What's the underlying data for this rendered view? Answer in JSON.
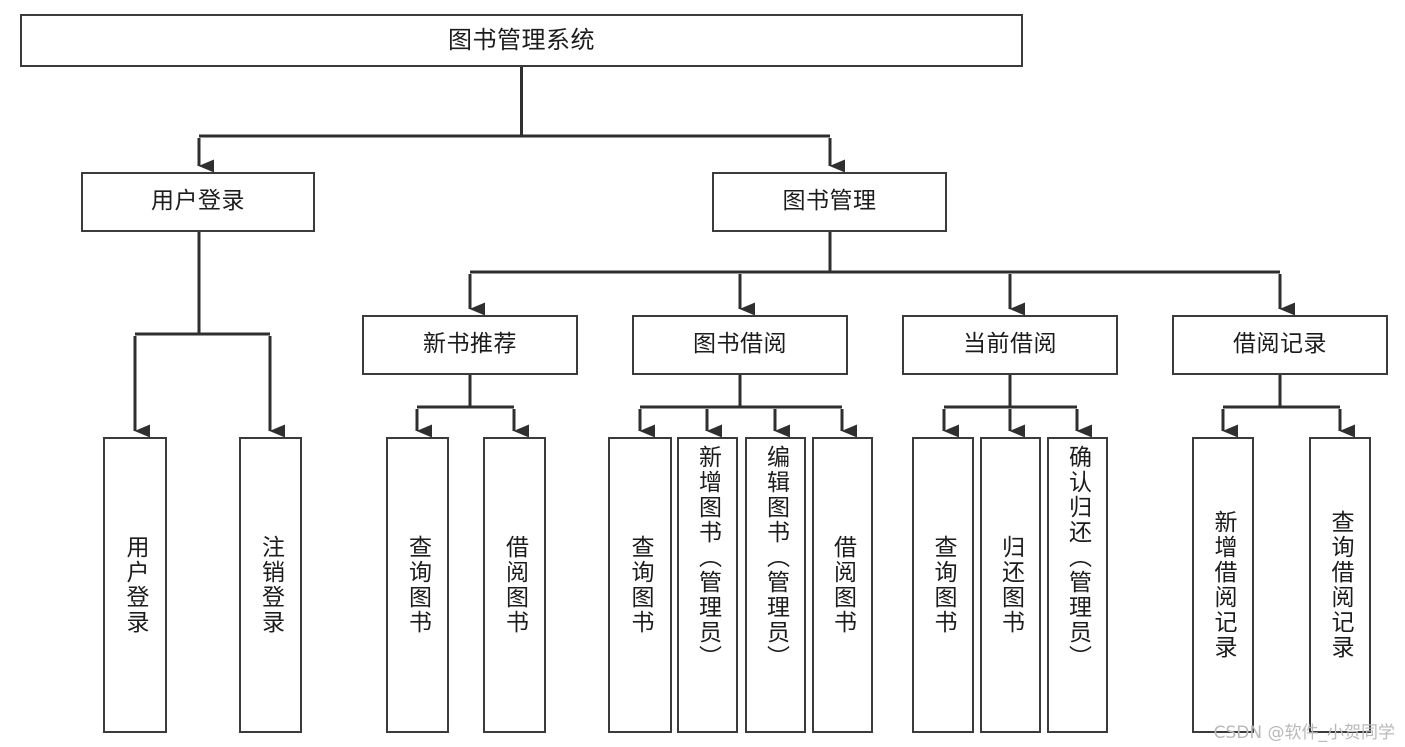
{
  "diagram": {
    "type": "tree",
    "title": "图书管理系统",
    "orientation": "top-down",
    "colors": {
      "box_border": "#3b3b3b",
      "box_fill": "#ffffff",
      "connector": "#2f2f2f",
      "text": "#1c1c1c",
      "background": "#ffffff",
      "watermark": "#b9b9b9"
    }
  },
  "nodes": {
    "root": {
      "label": "图书管理系统"
    },
    "level2": [
      {
        "id": "user-login",
        "label": "用户登录"
      },
      {
        "id": "book-manage",
        "label": "图书管理"
      }
    ],
    "level3": [
      {
        "id": "new-book-recommend",
        "label": "新书推荐"
      },
      {
        "id": "book-borrow",
        "label": "图书借阅"
      },
      {
        "id": "current-borrow",
        "label": "当前借阅"
      },
      {
        "id": "borrow-record",
        "label": "借阅记录"
      }
    ],
    "leaves": [
      {
        "id": "leaf-user-login",
        "label": "用户登录",
        "parent": "user-login"
      },
      {
        "id": "leaf-logout-login",
        "label": "注销登录",
        "parent": "user-login"
      },
      {
        "id": "leaf-query-book-1",
        "label": "查询图书",
        "parent": "new-book-recommend"
      },
      {
        "id": "leaf-borrow-book-1",
        "label": "借阅图书",
        "parent": "new-book-recommend"
      },
      {
        "id": "leaf-query-book-2",
        "label": "查询图书",
        "parent": "book-borrow"
      },
      {
        "id": "leaf-add-book",
        "label": "新增图书（管理员）",
        "parent": "book-borrow"
      },
      {
        "id": "leaf-edit-book",
        "label": "编辑图书（管理员）",
        "parent": "book-borrow"
      },
      {
        "id": "leaf-borrow-book-2",
        "label": "借阅图书",
        "parent": "book-borrow"
      },
      {
        "id": "leaf-query-book-3",
        "label": "查询图书",
        "parent": "current-borrow"
      },
      {
        "id": "leaf-return-book",
        "label": "归还图书",
        "parent": "current-borrow"
      },
      {
        "id": "leaf-confirm-return",
        "label": "确认归还（管理员）",
        "parent": "current-borrow"
      },
      {
        "id": "leaf-add-record",
        "label": "新增借阅记录",
        "parent": "borrow-record"
      },
      {
        "id": "leaf-query-record",
        "label": "查询借阅记录",
        "parent": "borrow-record"
      }
    ]
  },
  "watermark": {
    "text": "CSDN @软件_小贺同学"
  }
}
